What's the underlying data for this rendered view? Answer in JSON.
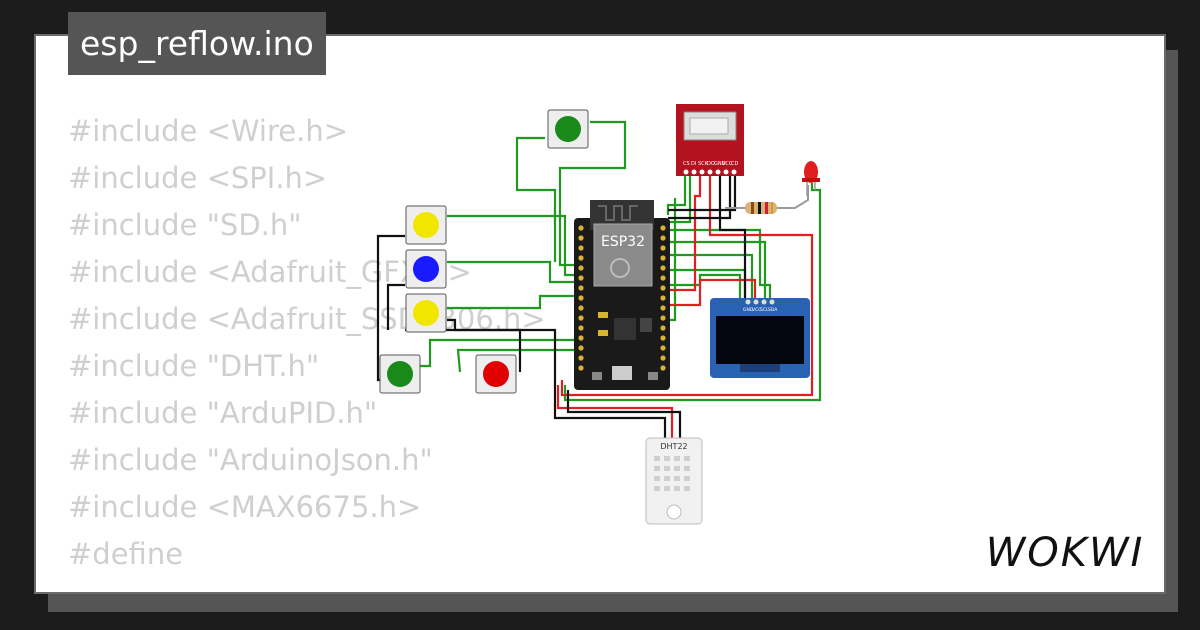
{
  "project": {
    "filename": "esp_reflow.ino"
  },
  "code_lines": [
    "#include <Wire.h>",
    "#include <SPI.h>",
    "#include \"SD.h\"",
    "#include <Adafruit_GFX.h>",
    "#include <Adafruit_SSD1306.h>",
    "#include \"DHT.h\"",
    "#include \"ArduPID.h\"",
    "#include \"ArduinoJson.h\"",
    "#include <MAX6675.h>",
    "",
    "#define"
  ],
  "components": {
    "esp32_label": "ESP32",
    "dht_label": "DHT22",
    "oled_pins": [
      "GND",
      "VCC",
      "SCL",
      "SDA"
    ],
    "sd_pins": [
      "CS",
      "DI",
      "SCK",
      "DO",
      "GND",
      "VCC",
      "CD"
    ],
    "buttons": [
      {
        "id": "btn-green-top",
        "color": "#1a8a1a"
      },
      {
        "id": "btn-yellow-1",
        "color": "#f2e600"
      },
      {
        "id": "btn-blue",
        "color": "#1a1aff"
      },
      {
        "id": "btn-yellow-2",
        "color": "#f2e600"
      },
      {
        "id": "btn-green-bottom",
        "color": "#1a8a1a"
      },
      {
        "id": "btn-red",
        "color": "#e00000"
      }
    ]
  },
  "brand": {
    "logo": "WOKWI"
  },
  "colors": {
    "wire_green": "#1f9a1f",
    "wire_red": "#e02020",
    "wire_black": "#111111",
    "sd_board": "#b3121f"
  }
}
